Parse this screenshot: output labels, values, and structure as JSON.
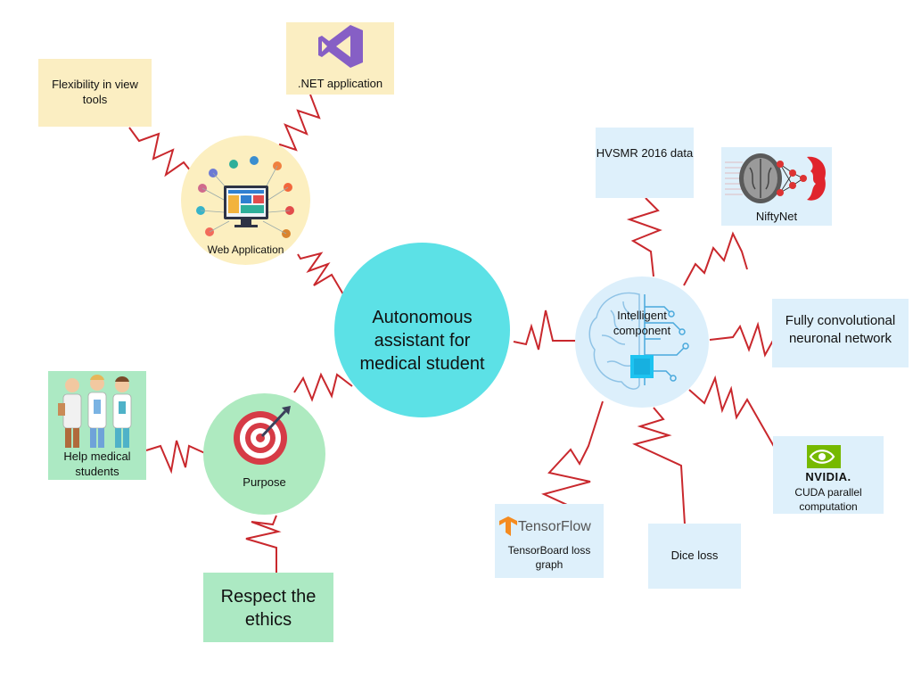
{
  "center": {
    "label": "Autonomous assistant for medical student",
    "color": "#5ce1e6"
  },
  "web_app": {
    "label": "Web Application",
    "color": "#fcefc0"
  },
  "purpose": {
    "label": "Purpose",
    "color": "#aeeac0"
  },
  "intelligent": {
    "label": "Intelligent component",
    "color": "#dceffb"
  },
  "boxes": {
    "flexibility": "Flexibility in view tools",
    "dotnet": ".NET application",
    "help_students": "Help medical students",
    "ethics": "Respect the ethics",
    "hvsmr": "HVSMR 2016 data",
    "niftynet": "NiftyNet",
    "fcn": "Fully convolutional neuronal network",
    "nvidia_logo": "NVIDIA.",
    "cuda": "CUDA parallel computation",
    "dice": "Dice loss",
    "tensorflow_logo": "TensorFlow",
    "tensorboard": "TensorBoard loss graph"
  },
  "link_color": "#c9282d",
  "icons": [
    "visual-studio-icon",
    "web-app-illustration-icon",
    "target-icon",
    "doctors-illustration-icon",
    "brain-chip-icon",
    "brain-scan-icon",
    "nvidia-eye-icon",
    "tensorflow-icon"
  ]
}
